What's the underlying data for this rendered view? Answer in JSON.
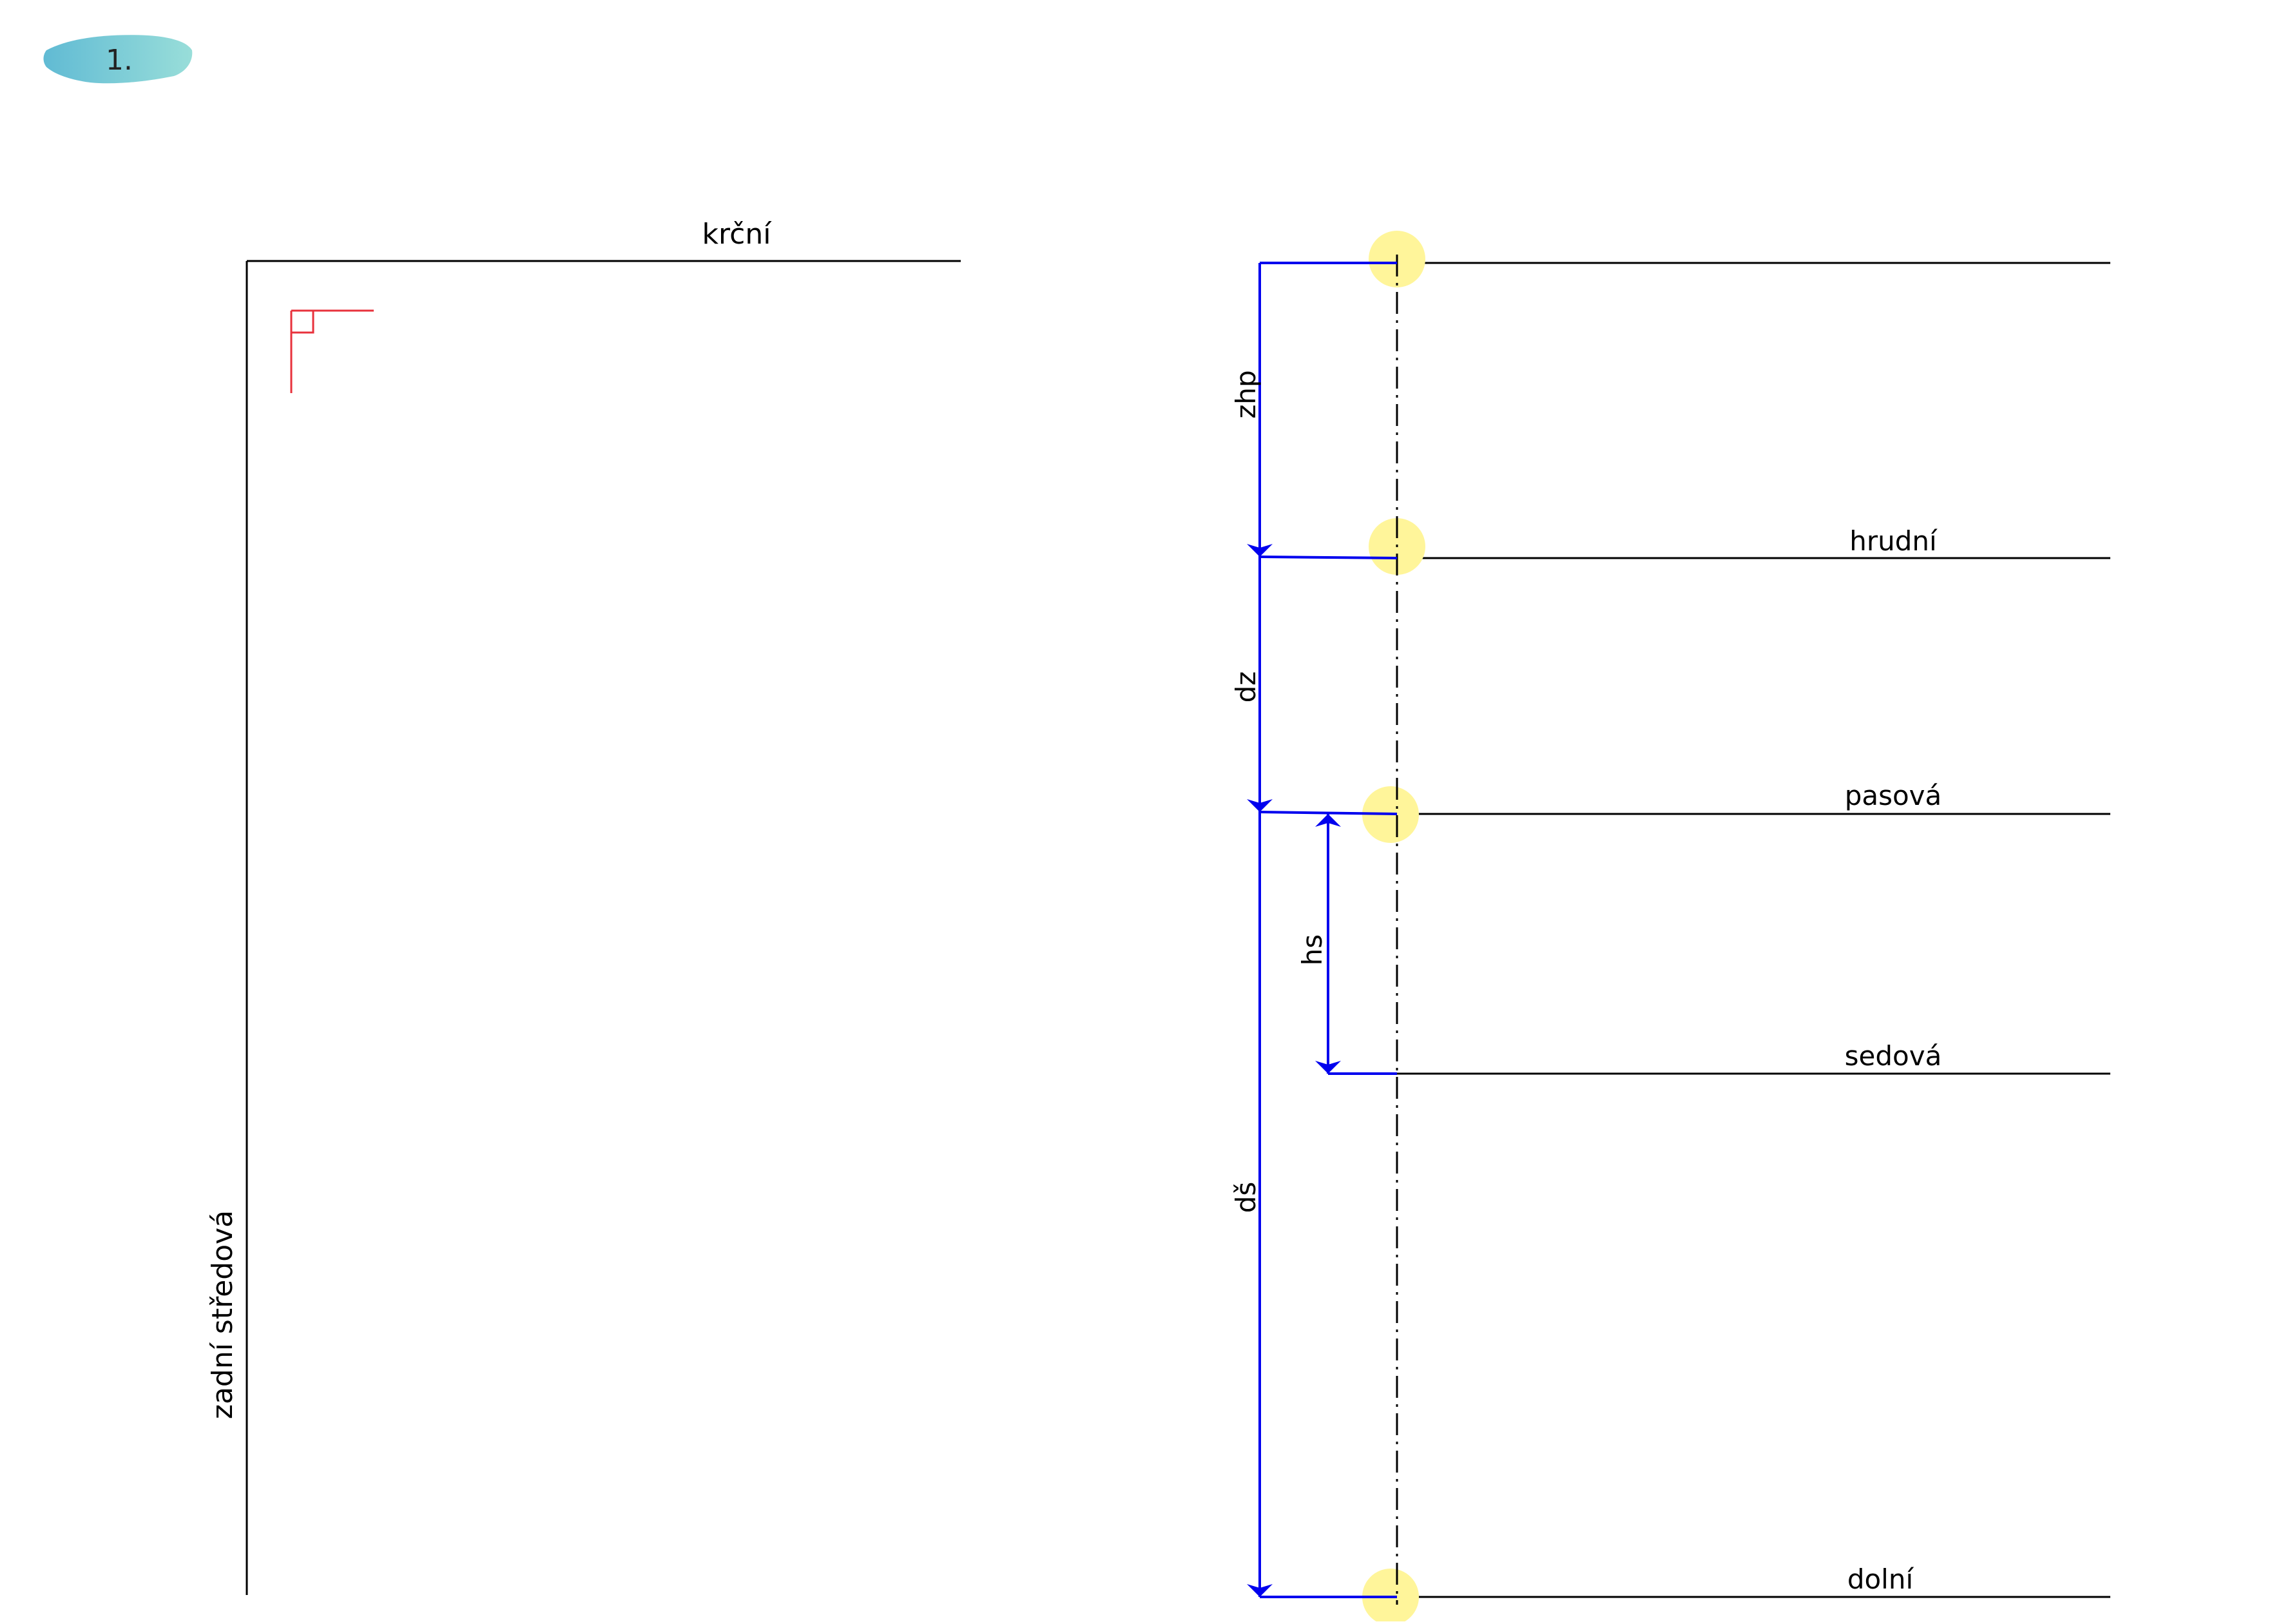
{
  "step_badge": {
    "label": "1.",
    "colors": [
      "#4fb3cf",
      "#8ddad5"
    ]
  },
  "left_block": {
    "top_label": "krční",
    "side_label": "zadní středová",
    "line_color": "#000000",
    "corner_mark_color": "#e8323c"
  },
  "right_block": {
    "line_color": "#000000",
    "dimension_color": "#0000ee",
    "marker_color": "#fff59a",
    "levels": {
      "chest": "hrudní",
      "waist": "pasová",
      "hip": "sedová",
      "bottom": "dolní"
    },
    "dimensions": {
      "back_to_chest": "zhp",
      "back_waist_length": "dz",
      "hip_depth": "hs",
      "skirt_length": "dš"
    }
  }
}
